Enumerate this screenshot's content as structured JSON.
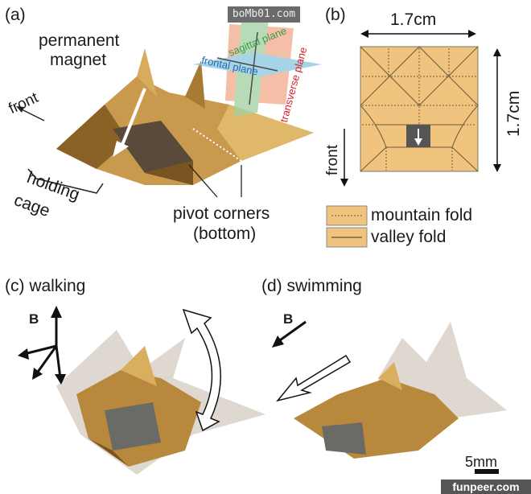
{
  "panel_a": {
    "label": "(a)",
    "magnet_label_1": "permanent",
    "magnet_label_2": "magnet",
    "front_label": "front",
    "cage_label_1": "holding",
    "cage_label_2": "cage",
    "pivot_label_1": "pivot corners",
    "pivot_label_2": "(bottom)",
    "planes": {
      "sagittal": "sagittal plane",
      "frontal": "frontal plane",
      "transverse": "transverse plane"
    }
  },
  "panel_b": {
    "label": "(b)",
    "width_label": "1.7cm",
    "height_label": "1.7cm",
    "front_label": "front",
    "legend": [
      {
        "style": "dotted",
        "label": "mountain fold"
      },
      {
        "style": "solid",
        "label": "valley fold"
      }
    ]
  },
  "panel_c": {
    "label": "(c) walking",
    "field_label": "B"
  },
  "panel_d": {
    "label": "(d) swimming",
    "field_label": "B"
  },
  "scale_bar": "5mm",
  "watermarks": {
    "top": "boMb01.com",
    "bottom": "funpeer.com"
  },
  "colors": {
    "paper": "#f0c37f",
    "gold": "#b8893c",
    "dark": "#5a3d17",
    "sagittal": "#3a9a4a",
    "frontal": "#2a6ab0",
    "transverse": "#d8202a"
  }
}
